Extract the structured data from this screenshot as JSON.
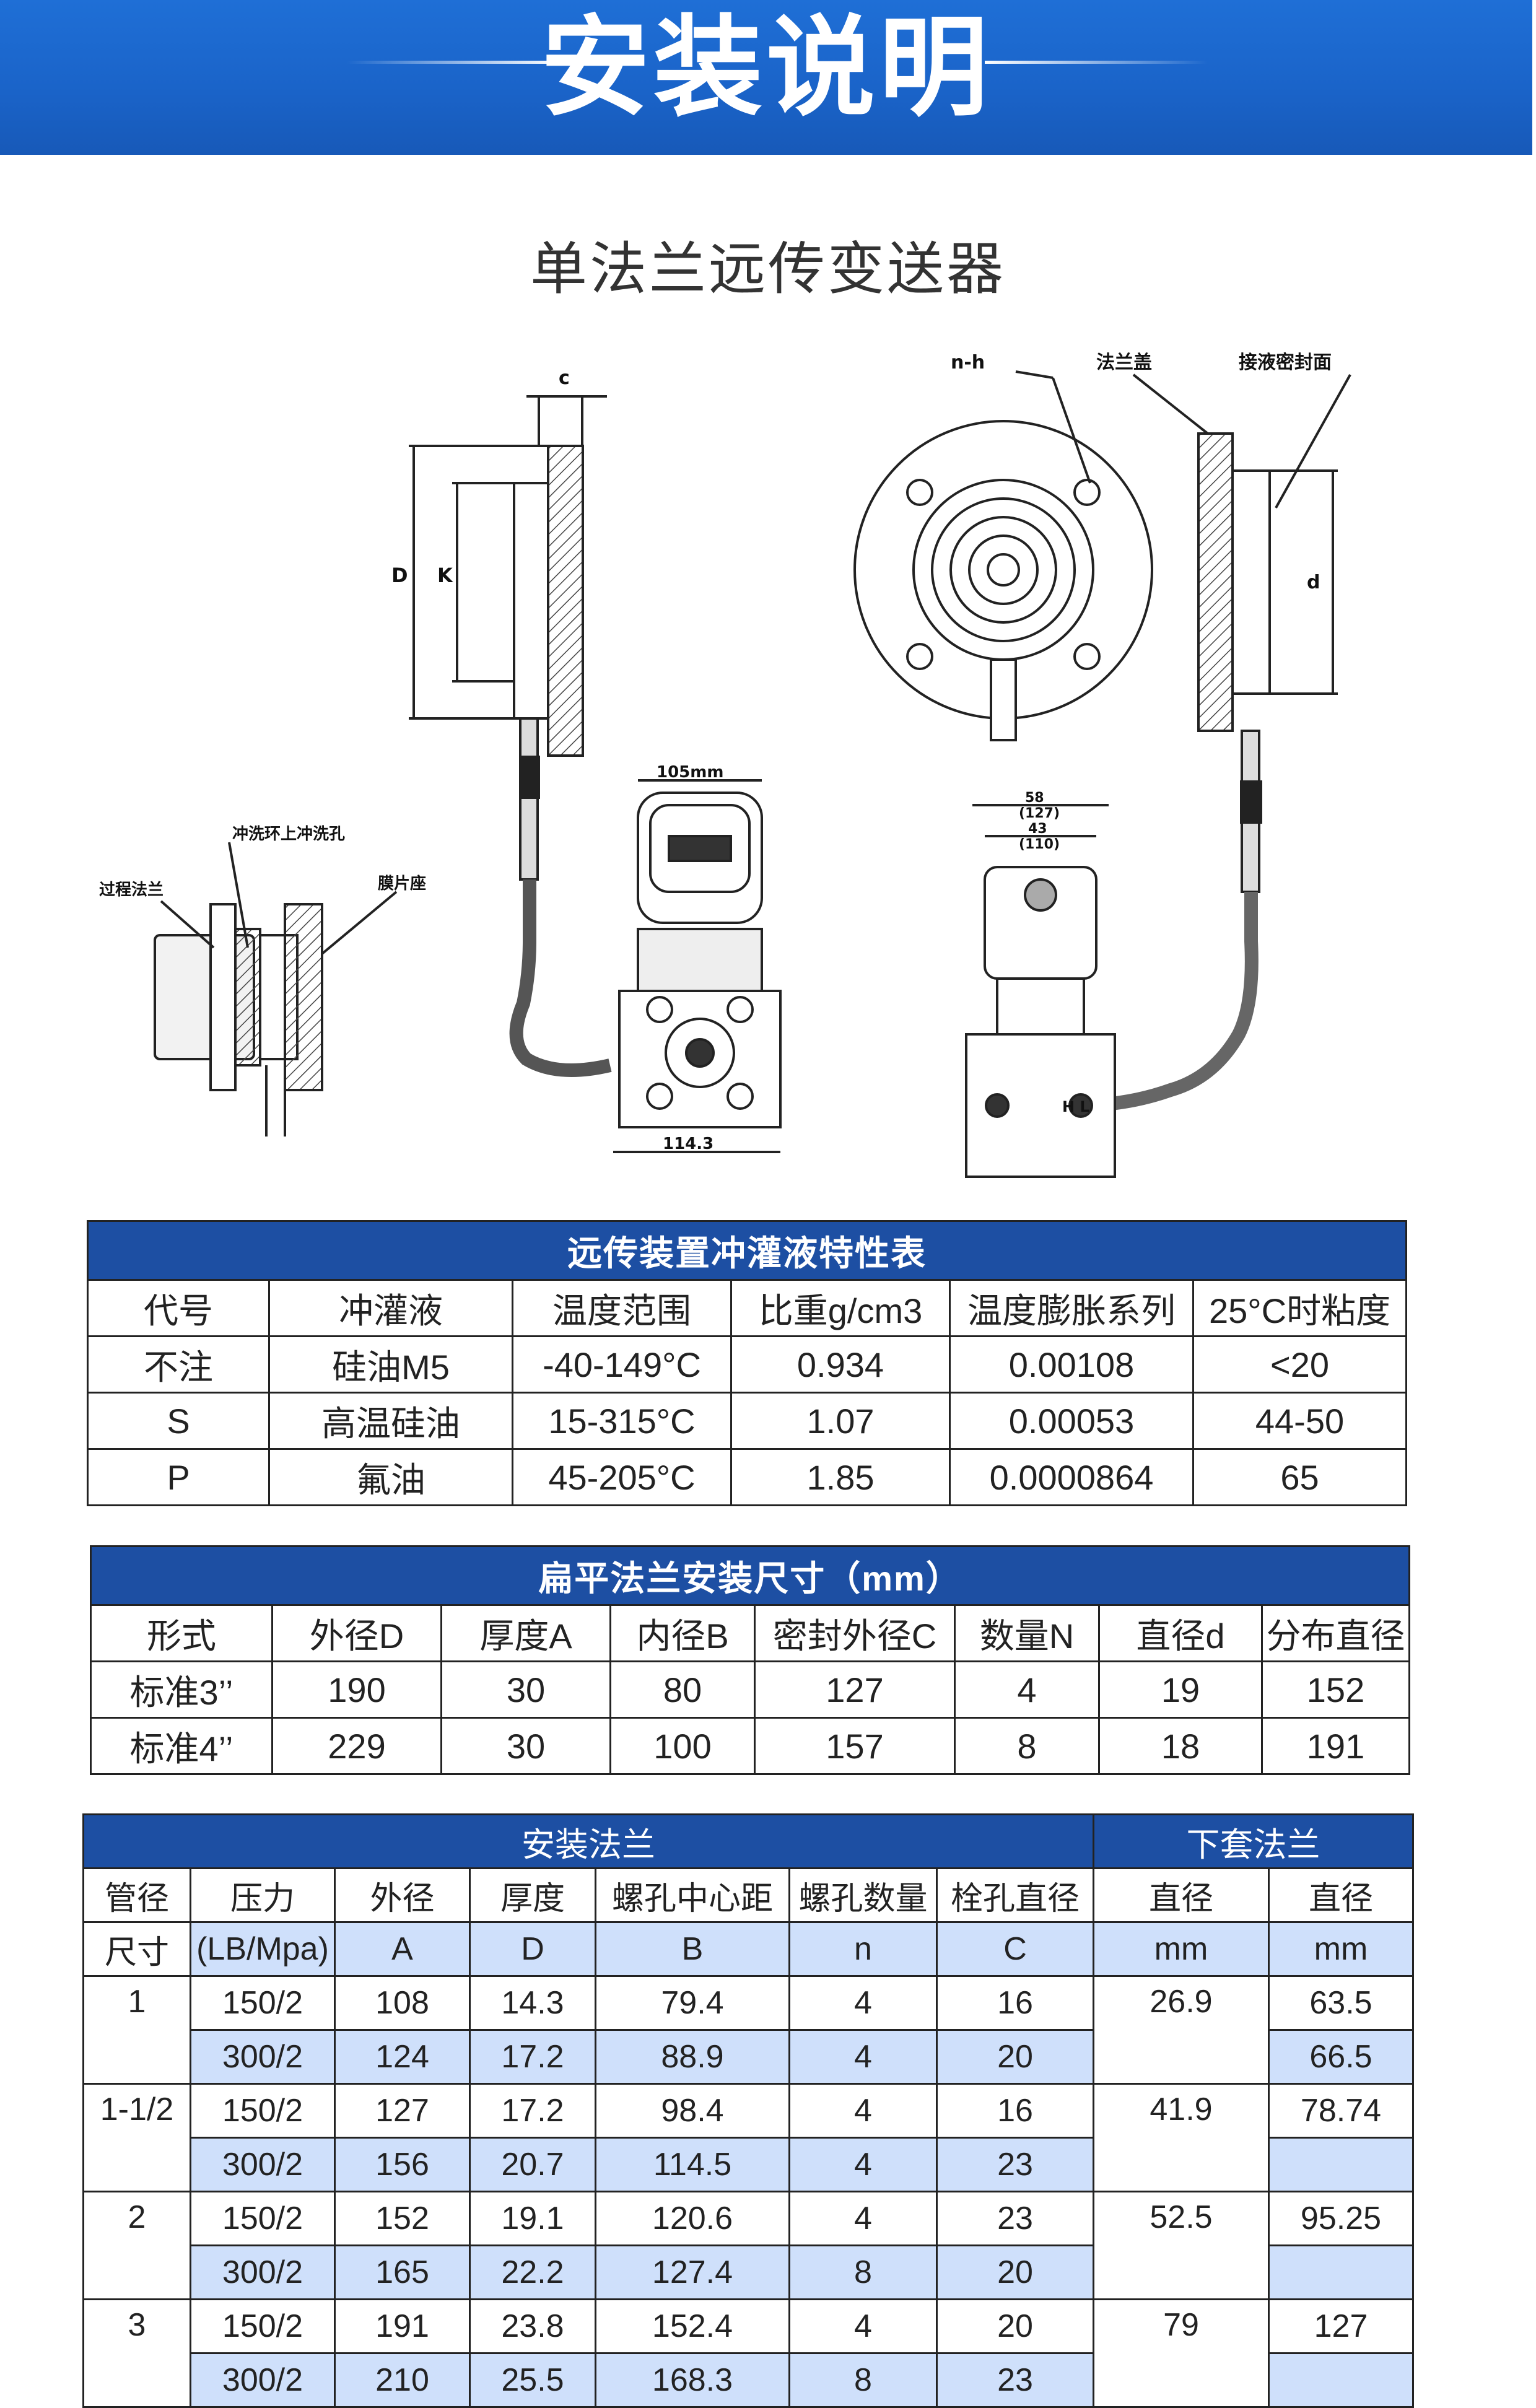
{
  "banner": {
    "title": "安装说明"
  },
  "subtitle": "单法兰远传变送器",
  "drawing_labels": {
    "c": "c",
    "D": "D",
    "K": "K",
    "d": "d",
    "nh": "n-h",
    "flange_cover": "法兰盖",
    "seal_face": "接液密封面",
    "dim_105": "105mm",
    "dim_114": "114.3",
    "process_flange": "过程法兰",
    "flush_ring": "冲洗环上冲洗孔",
    "diaphragm": "膜片座",
    "dim_top": "58",
    "dim_mid": "(127)",
    "dim_43": "43",
    "dim_110": "(110)",
    "hl": "H L"
  },
  "table1": {
    "title": "远传装置冲灌液特性表",
    "headers": [
      "代号",
      "冲灌液",
      "温度范围",
      "比重g/cm3",
      "温度膨胀系列",
      "25°C时粘度"
    ],
    "rows": [
      [
        "不注",
        "硅油M5",
        "-40-149°C",
        "0.934",
        "0.00108",
        "<20"
      ],
      [
        "S",
        "高温硅油",
        "15-315°C",
        "1.07",
        "0.00053",
        "44-50"
      ],
      [
        "P",
        "氟油",
        "45-205°C",
        "1.85",
        "0.0000864",
        "65"
      ]
    ]
  },
  "table2": {
    "title": "扁平法兰安装尺寸（mm）",
    "headers": [
      "形式",
      "外径D",
      "厚度A",
      "内径B",
      "密封外径C",
      "数量N",
      "直径d",
      "分布直径"
    ],
    "rows": [
      [
        "标准3’’",
        "190",
        "30",
        "80",
        "127",
        "4",
        "19",
        "152"
      ],
      [
        "标准4’’",
        "229",
        "30",
        "100",
        "157",
        "8",
        "18",
        "191"
      ]
    ]
  },
  "table3": {
    "group1": "安装法兰",
    "group2": "下套法兰",
    "header1": [
      "管径",
      "压力",
      "外径",
      "厚度",
      "螺孔中心距",
      "螺孔数量",
      "栓孔直径",
      "直径",
      "直径"
    ],
    "header2": [
      "尺寸",
      "(LB/Mpa)",
      "A",
      "D",
      "B",
      "n",
      "C",
      "mm",
      "mm"
    ],
    "groups": [
      {
        "size": "1",
        "dia1": "26.9",
        "rows": [
          [
            "150/2",
            "108",
            "14.3",
            "79.4",
            "4",
            "16",
            "63.5"
          ],
          [
            "300/2",
            "124",
            "17.2",
            "88.9",
            "4",
            "20",
            "66.5"
          ]
        ]
      },
      {
        "size": "1-1/2",
        "dia1": "41.9",
        "rows": [
          [
            "150/2",
            "127",
            "17.2",
            "98.4",
            "4",
            "16",
            "78.74"
          ],
          [
            "300/2",
            "156",
            "20.7",
            "114.5",
            "4",
            "23",
            ""
          ]
        ]
      },
      {
        "size": "2",
        "dia1": "52.5",
        "rows": [
          [
            "150/2",
            "152",
            "19.1",
            "120.6",
            "4",
            "23",
            "95.25"
          ],
          [
            "300/2",
            "165",
            "22.2",
            "127.4",
            "8",
            "20",
            ""
          ]
        ]
      },
      {
        "size": "3",
        "dia1": "79",
        "rows": [
          [
            "150/2",
            "191",
            "23.8",
            "152.4",
            "4",
            "20",
            "127"
          ],
          [
            "300/2",
            "210",
            "25.5",
            "168.3",
            "8",
            "23",
            ""
          ]
        ]
      }
    ]
  }
}
